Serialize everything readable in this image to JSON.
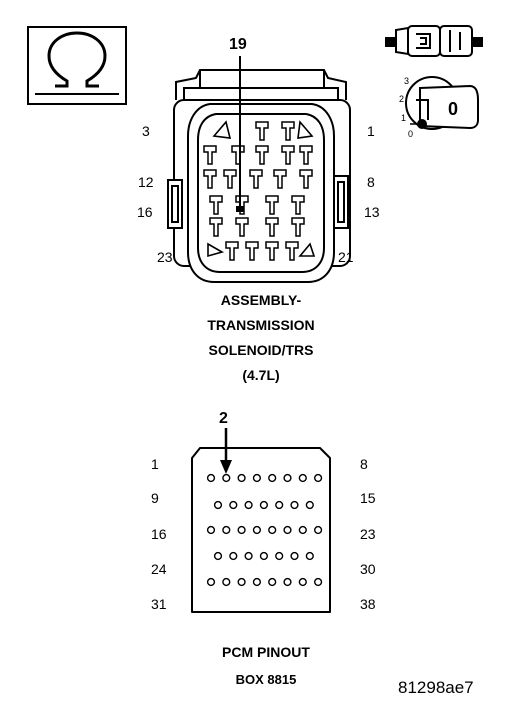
{
  "symbol": {
    "glyph": "Ω",
    "icon": "ohm-symbol-icon"
  },
  "connector": {
    "callout": "19",
    "pins": {
      "p3": "3",
      "p1": "1",
      "p12": "12",
      "p8": "8",
      "p16": "16",
      "p13": "13",
      "p23": "23",
      "p21": "21"
    },
    "title_lines": [
      "ASSEMBLY-",
      "TRANSMISSION",
      "SOLENOID/TRS",
      "(4.7L)"
    ]
  },
  "key_icon": {
    "positions": [
      "3",
      "2",
      "1",
      "0"
    ],
    "key_letter": "0",
    "icons": [
      "connector-plug-icon",
      "ignition-key-icon"
    ]
  },
  "pcm": {
    "callout": "2",
    "row_start_labels": [
      "1",
      "9",
      "16",
      "24",
      "31"
    ],
    "row_end_labels": [
      "8",
      "15",
      "23",
      "30",
      "38"
    ],
    "title": "PCM PINOUT",
    "subtitle": "BOX 8815"
  },
  "figure_id": "81298ae7"
}
